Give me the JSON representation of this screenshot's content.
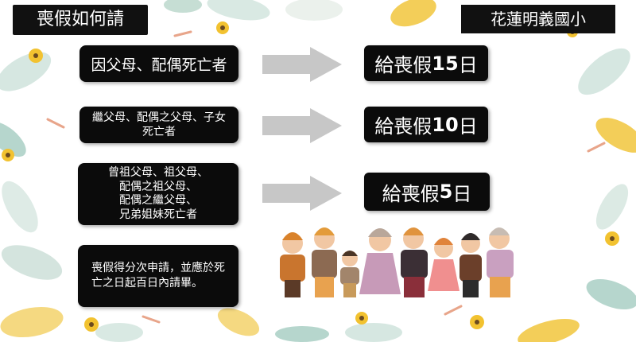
{
  "header": {
    "title": "喪假如何請",
    "school": "花蓮明義國小"
  },
  "rules": [
    {
      "condition": "因父母、配偶死亡者",
      "result_prefix": "給喪假",
      "days": "15",
      "unit": "日"
    },
    {
      "condition": "繼父母、配偶之父母、子女\n死亡者",
      "result_prefix": "給喪假",
      "days": "10",
      "unit": "日"
    },
    {
      "condition": "曾祖父母、祖父母、\n配偶之祖父母、\n配偶之繼父母、\n兄弟姐妹死亡者",
      "result_prefix": "給喪假",
      "days": "5",
      "unit": "日"
    }
  ],
  "note": "喪假得分次申請，並應於死\n亡之日起百日內請畢。",
  "colors": {
    "box": "#0b0b0b",
    "arrow": "#c7c7c7",
    "leaf_green": "#c9dfd6",
    "flower_yellow": "#f2c230"
  }
}
